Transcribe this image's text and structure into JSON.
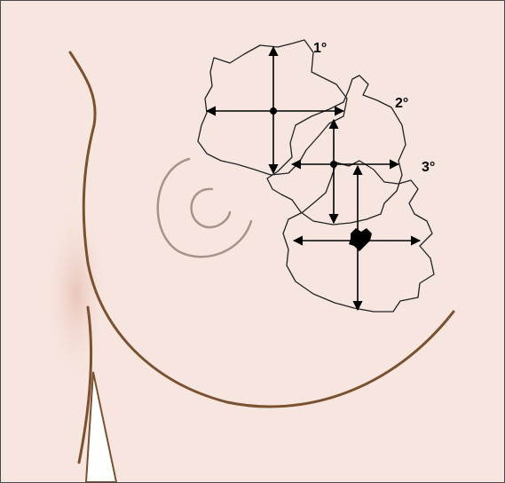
{
  "figure": {
    "colors": {
      "background": "#f7e6e0",
      "body_contour": "#7a5232",
      "nipple": "#a9928a",
      "lesion_1": "#ee4fc8",
      "lesion_2": "#ec5a5a",
      "lesion_3": "#f2c04a",
      "tumor": "#000000"
    },
    "labels": {
      "lesion_1": "1°",
      "lesion_2": "2°",
      "lesion_3": "3°"
    }
  }
}
